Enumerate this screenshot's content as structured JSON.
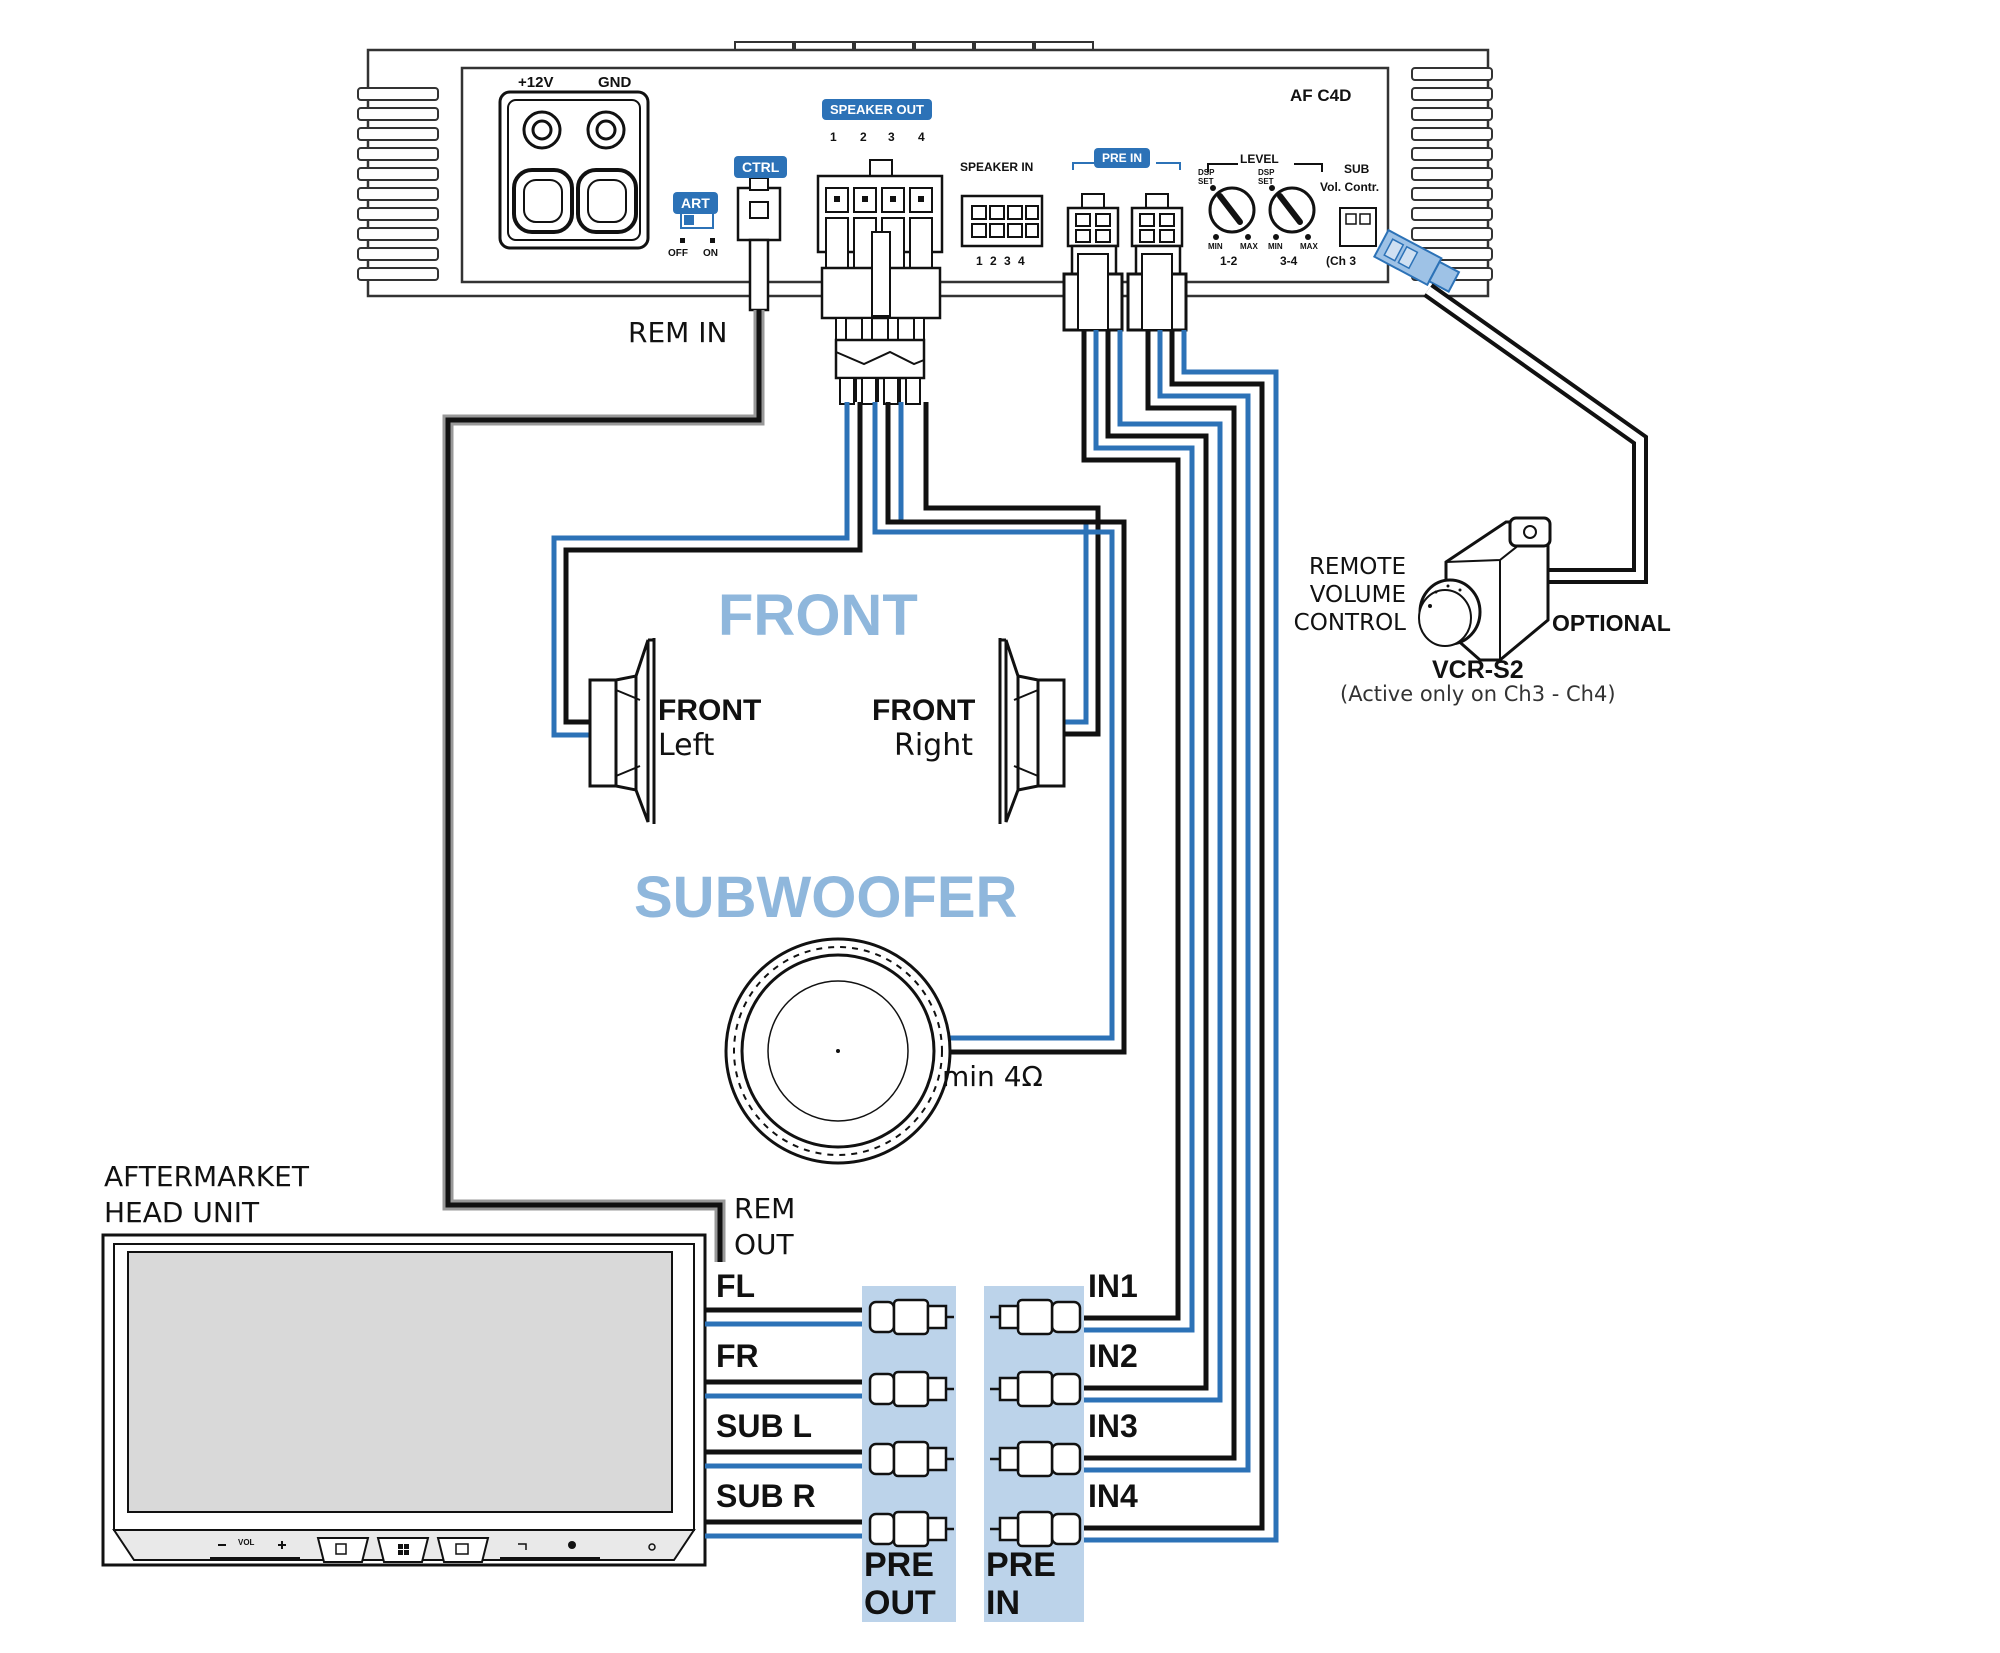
{
  "amp": {
    "model": "AF C4D",
    "plus12v": "+12V",
    "gnd": "GND",
    "art": "ART",
    "art_off": "OFF",
    "art_on": "ON",
    "ctrl": "CTRL",
    "speaker_out": "SPEAKER OUT",
    "speaker_out_pins": [
      "1",
      "2",
      "3",
      "4"
    ],
    "speaker_in": "SPEAKER IN",
    "speaker_in_pins": "1 2 3 4",
    "pre_in": "PRE IN",
    "level": "LEVEL",
    "dsp_set": "DSP SET",
    "min": "MIN",
    "max": "MAX",
    "level_12": "1-2",
    "level_34": "3-4",
    "sub_vol_1": "SUB",
    "sub_vol_2": "Vol. Contr.",
    "sub_vol_3": "(Ch 3"
  },
  "labels": {
    "rem_in": "REM IN",
    "front_title": "FRONT",
    "front_left_1": "FRONT",
    "front_left_2": "Left",
    "front_right_1": "FRONT",
    "front_right_2": "Right",
    "subwoofer_title": "SUBWOOFER",
    "min_ohm": "min 4Ω",
    "remote_1": "REMOTE",
    "remote_2": "VOLUME",
    "remote_3": "CONTROL",
    "optional": "OPTIONAL",
    "vcr_model": "VCR-S2",
    "vcr_note": "(Active only on Ch3 - Ch4)",
    "head_unit_1": "AFTERMARKET",
    "head_unit_2": "HEAD UNIT",
    "rem_out_1": "REM",
    "rem_out_2": "OUT",
    "fl": "FL",
    "fr": "FR",
    "sub_l": "SUB L",
    "sub_r": "SUB R",
    "in1": "IN1",
    "in2": "IN2",
    "in3": "IN3",
    "in4": "IN4",
    "pre_out_1": "PRE",
    "pre_out_2": "OUT",
    "pre_in_1": "PRE",
    "pre_in_2": "IN",
    "vol": "VOL"
  },
  "colors": {
    "wire_blue": "#2c72b7",
    "wire_black": "#111111",
    "title_blue": "#8fb7dc",
    "rca_panel": "#bcd3ea",
    "screen_gray": "#d9d9d9"
  }
}
